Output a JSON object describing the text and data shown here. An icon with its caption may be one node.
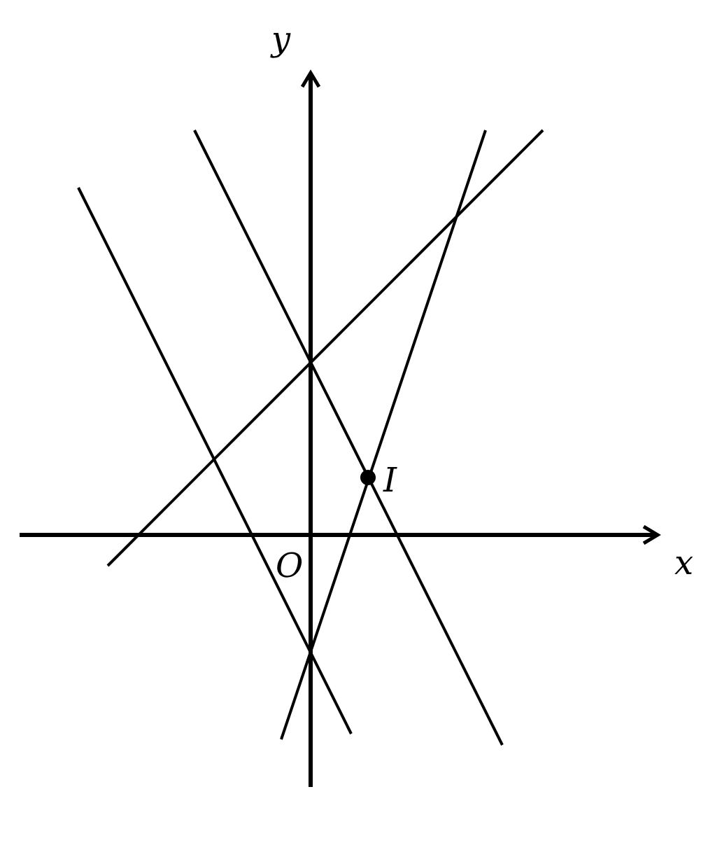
{
  "diagram": {
    "labels": [
      "y",
      "I",
      "x",
      "O"
    ]
  }
}
